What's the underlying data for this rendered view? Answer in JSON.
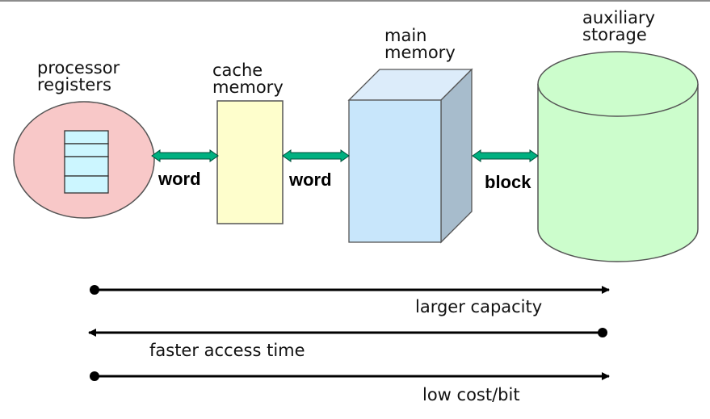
{
  "nodes": {
    "registers_line1": "processor",
    "registers_line2": "registers",
    "cache_line1": "cache",
    "cache_line2": "memory",
    "main_line1": "main",
    "main_line2": "memory",
    "aux_line1": "auxiliary",
    "aux_line2": "storage"
  },
  "links": {
    "reg_cache": "word",
    "cache_main": "word",
    "main_aux": "block"
  },
  "scales": {
    "capacity": "larger capacity",
    "access": "faster access time",
    "cost": "low cost/bit"
  },
  "colors": {
    "registers_fill": "#f8c8c8",
    "register_cells": "#ccf6ff",
    "cache_fill": "#fefecc",
    "main_front": "#c8e6fb",
    "main_top": "#dcecfa",
    "main_side": "#a7bccc",
    "aux_fill": "#ccfdcc",
    "arrow_fill": "#00b080"
  }
}
